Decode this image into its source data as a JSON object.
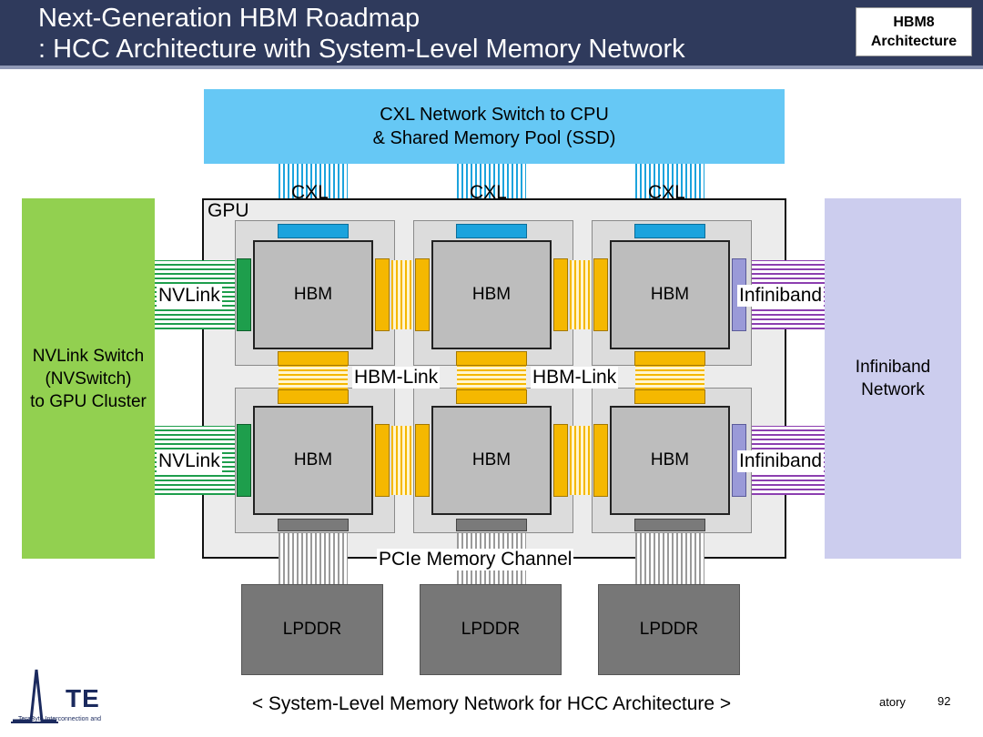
{
  "header": {
    "title_line1": "Next-Generation HBM Roadmap",
    "title_line2": ": HCC Architecture with System-Level Memory Network",
    "badge_line1": "HBM8",
    "badge_line2": "Architecture"
  },
  "diagram": {
    "cxl_switch_line1": "CXL Network Switch to CPU",
    "cxl_switch_line2": "& Shared Memory Pool (SSD)",
    "cxl_label": "CXL",
    "gpu_label": "GPU",
    "hbm_label": "HBM",
    "nvlink_label": "NVLink",
    "infiniband_label": "Infiniband",
    "hbm_link_label": "HBM-Link",
    "pcie_label": "PCIe Memory Channel",
    "lpddr_label": "LPDDR",
    "nvswitch_line1": "NVLink Switch",
    "nvswitch_line2": "(NVSwitch)",
    "nvswitch_line3": "to GPU Cluster",
    "ibnet_line1": "Infiniband",
    "ibnet_line2": "Network"
  },
  "footer": {
    "caption": "< System-Level Memory Network for HCC Architecture >",
    "lab_fragment": "atory",
    "page_number": "92",
    "logo_text": "TE",
    "logo_subtext": "TeraByte Interconnection and"
  },
  "colors": {
    "header_bg": "#2f3a5c",
    "cxl_blue": "#66c8f5",
    "nvlink_green": "#92d050",
    "infiniband_lavender": "#cccdee",
    "hbm_link_yellow": "#f5b800"
  }
}
